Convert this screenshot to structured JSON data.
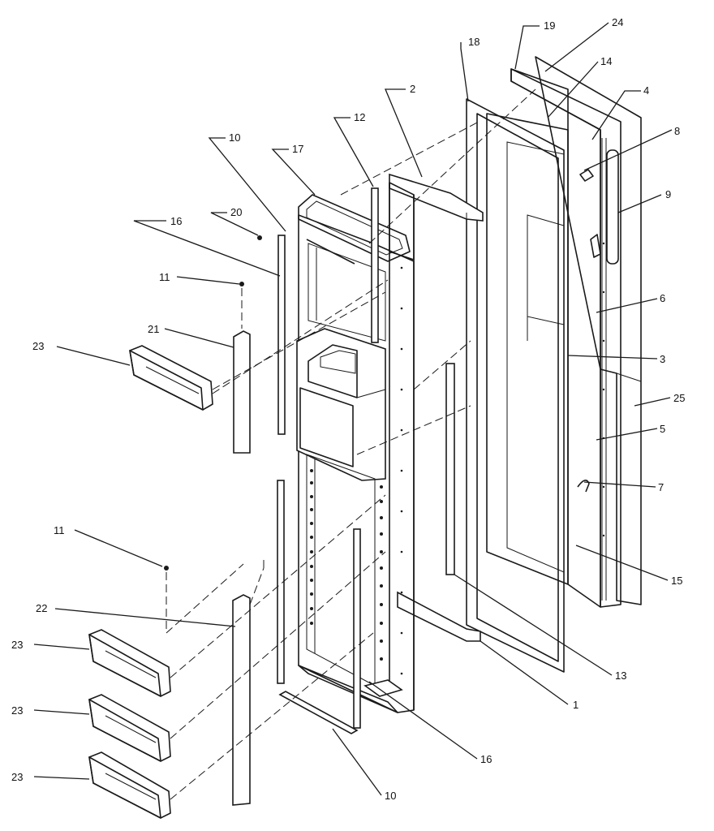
{
  "callouts": [
    {
      "id": "c1",
      "label": "1"
    },
    {
      "id": "c2",
      "label": "2"
    },
    {
      "id": "c3",
      "label": "3"
    },
    {
      "id": "c4",
      "label": "4"
    },
    {
      "id": "c5",
      "label": "5"
    },
    {
      "id": "c6",
      "label": "6"
    },
    {
      "id": "c7",
      "label": "7"
    },
    {
      "id": "c8",
      "label": "8"
    },
    {
      "id": "c9",
      "label": "9"
    },
    {
      "id": "c10a",
      "label": "10"
    },
    {
      "id": "c10b",
      "label": "10"
    },
    {
      "id": "c11a",
      "label": "11"
    },
    {
      "id": "c11b",
      "label": "11"
    },
    {
      "id": "c12",
      "label": "12"
    },
    {
      "id": "c13",
      "label": "13"
    },
    {
      "id": "c14",
      "label": "14"
    },
    {
      "id": "c15",
      "label": "15"
    },
    {
      "id": "c16a",
      "label": "16"
    },
    {
      "id": "c16b",
      "label": "16"
    },
    {
      "id": "c17",
      "label": "17"
    },
    {
      "id": "c18",
      "label": "18"
    },
    {
      "id": "c19",
      "label": "19"
    },
    {
      "id": "c20",
      "label": "20"
    },
    {
      "id": "c21",
      "label": "21"
    },
    {
      "id": "c22",
      "label": "22"
    },
    {
      "id": "c23a",
      "label": "23"
    },
    {
      "id": "c23b",
      "label": "23"
    },
    {
      "id": "c23c",
      "label": "23"
    },
    {
      "id": "c23d",
      "label": "23"
    },
    {
      "id": "c24",
      "label": "24"
    },
    {
      "id": "c25",
      "label": "25"
    }
  ]
}
